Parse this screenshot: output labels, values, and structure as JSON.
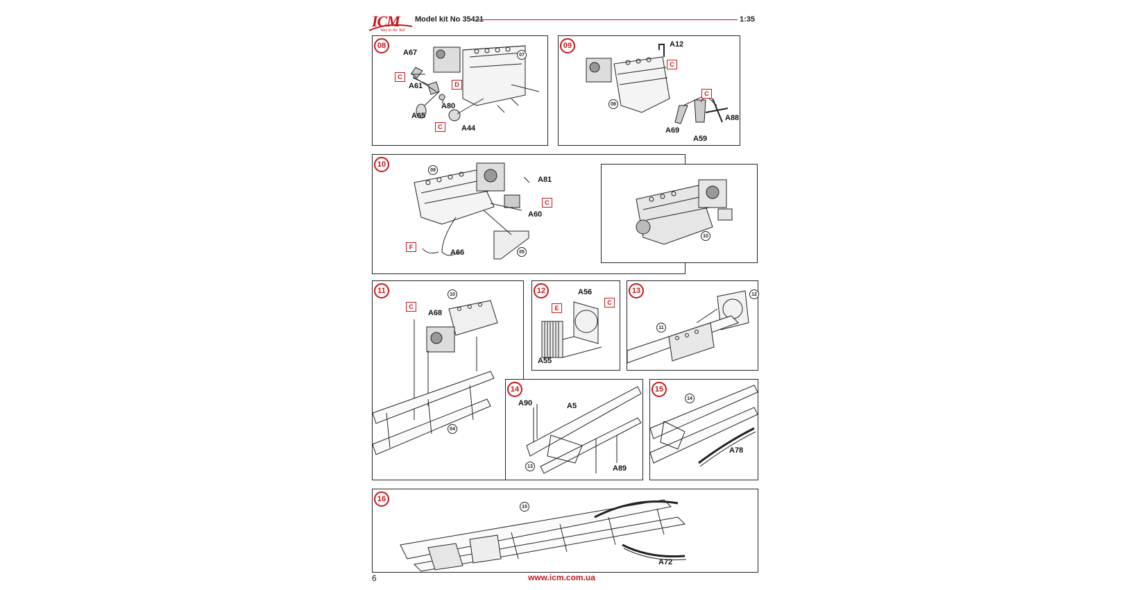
{
  "header": {
    "brand": "ICM",
    "brand_tagline": "Way to the Tail",
    "kit_title": "Model kit No 35421",
    "scale": "1:35"
  },
  "steps": [
    {
      "number": "08",
      "refs": [
        "07"
      ],
      "parts": [
        "A67",
        "A61",
        "A65",
        "A80",
        "A44"
      ],
      "paints": [
        "C",
        "D",
        "C"
      ]
    },
    {
      "number": "09",
      "refs": [
        "08"
      ],
      "parts": [
        "A12",
        "A69",
        "A59",
        "A88"
      ],
      "paints": [
        "C",
        "C"
      ]
    },
    {
      "number": "10",
      "refs": [
        "09",
        "05",
        "10"
      ],
      "parts": [
        "A81",
        "A60",
        "A66"
      ],
      "paints": [
        "C",
        "F"
      ]
    },
    {
      "number": "11",
      "refs": [
        "10",
        "04"
      ],
      "parts": [
        "A68"
      ],
      "paints": [
        "C"
      ]
    },
    {
      "number": "12",
      "refs": [],
      "parts": [
        "A56",
        "A55"
      ],
      "paints": [
        "E",
        "C"
      ]
    },
    {
      "number": "13",
      "refs": [
        "12",
        "11"
      ],
      "parts": [],
      "paints": []
    },
    {
      "number": "14",
      "refs": [
        "13"
      ],
      "parts": [
        "A90",
        "A5",
        "A89"
      ],
      "paints": []
    },
    {
      "number": "15",
      "refs": [
        "14"
      ],
      "parts": [
        "A78"
      ],
      "paints": []
    },
    {
      "number": "16",
      "refs": [
        "15"
      ],
      "parts": [
        "A72"
      ],
      "paints": []
    }
  ],
  "footer": {
    "page_number": "6",
    "url": "www.icm.com.ua"
  },
  "colors": {
    "accent": "#c4161c",
    "line": "#222222"
  }
}
